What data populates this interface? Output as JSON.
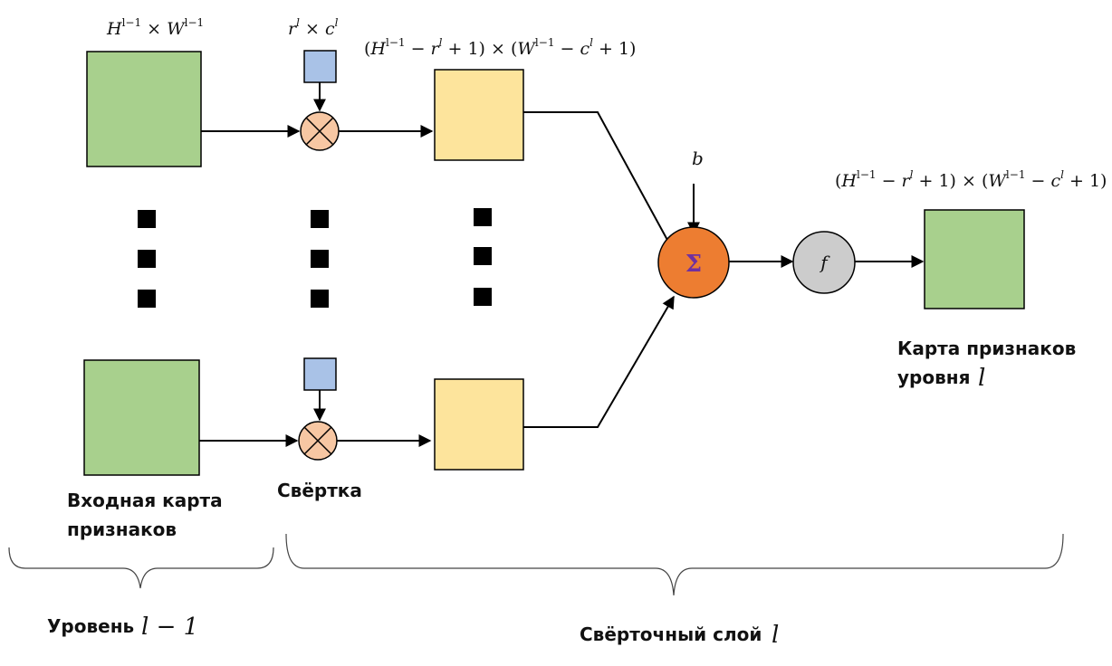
{
  "labels": {
    "input_size": "H^{l−1} × W^{l−1}",
    "kernel_size": "r^l × c^l",
    "conv_size": "(H^{l−1} − r^l + 1) × (W^{l−1} − c^l + 1)",
    "output_size": "(H^{l−1} − r^l + 1) × (W^{l−1} − c^l + 1)",
    "bias": "b",
    "sum_symbol": "Σ",
    "activation": "f",
    "input_map_line1": "Входная карта",
    "input_map_line2": "признаков",
    "convolution": "Свёртка",
    "output_map_line1": "Карта признаков",
    "output_map_line2": "уровня",
    "level_var": "l",
    "level_prev_text": "Уровень",
    "level_prev_var": "l − 1",
    "conv_layer_text": "Свёрточный слой",
    "conv_layer_var": "l"
  },
  "colors": {
    "input_fill": "#a8d08d",
    "kernel_fill": "#a9c2e7",
    "multiply_fill": "#f7c7a3",
    "conv_fill": "#fde49c",
    "sum_fill": "#ed7d31",
    "sum_text": "#7030a0",
    "activation_fill": "#cccccc",
    "output_fill": "#a8d08d"
  }
}
